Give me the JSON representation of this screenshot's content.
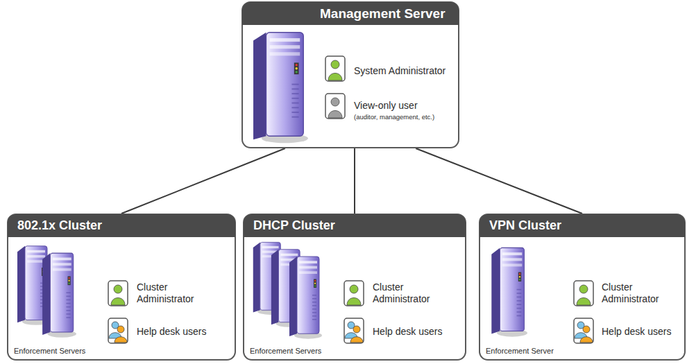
{
  "diagram": {
    "nodes": [
      {
        "text": [
          "Management Server",
          "System Administrator",
          "View-only user",
          "(auditor, management, etc.)"
        ]
      },
      {
        "text": [
          "802.1x Cluster",
          "Cluster Administrator",
          "Help desk users",
          "Enforcement Servers"
        ]
      },
      {
        "text": [
          "DHCP Cluster",
          "Cluster Administrator",
          "Help desk users",
          "Enforcement Servers"
        ]
      },
      {
        "text": [
          "VPN Cluster",
          "Cluster Administrator",
          "Help desk users",
          "Enforcement Server"
        ]
      }
    ],
    "edges": [
      {
        "from": 0,
        "to": 1,
        "arrow": "none"
      },
      {
        "from": 0,
        "to": 2,
        "arrow": "none"
      },
      {
        "from": 0,
        "to": 3,
        "arrow": "none"
      }
    ]
  }
}
